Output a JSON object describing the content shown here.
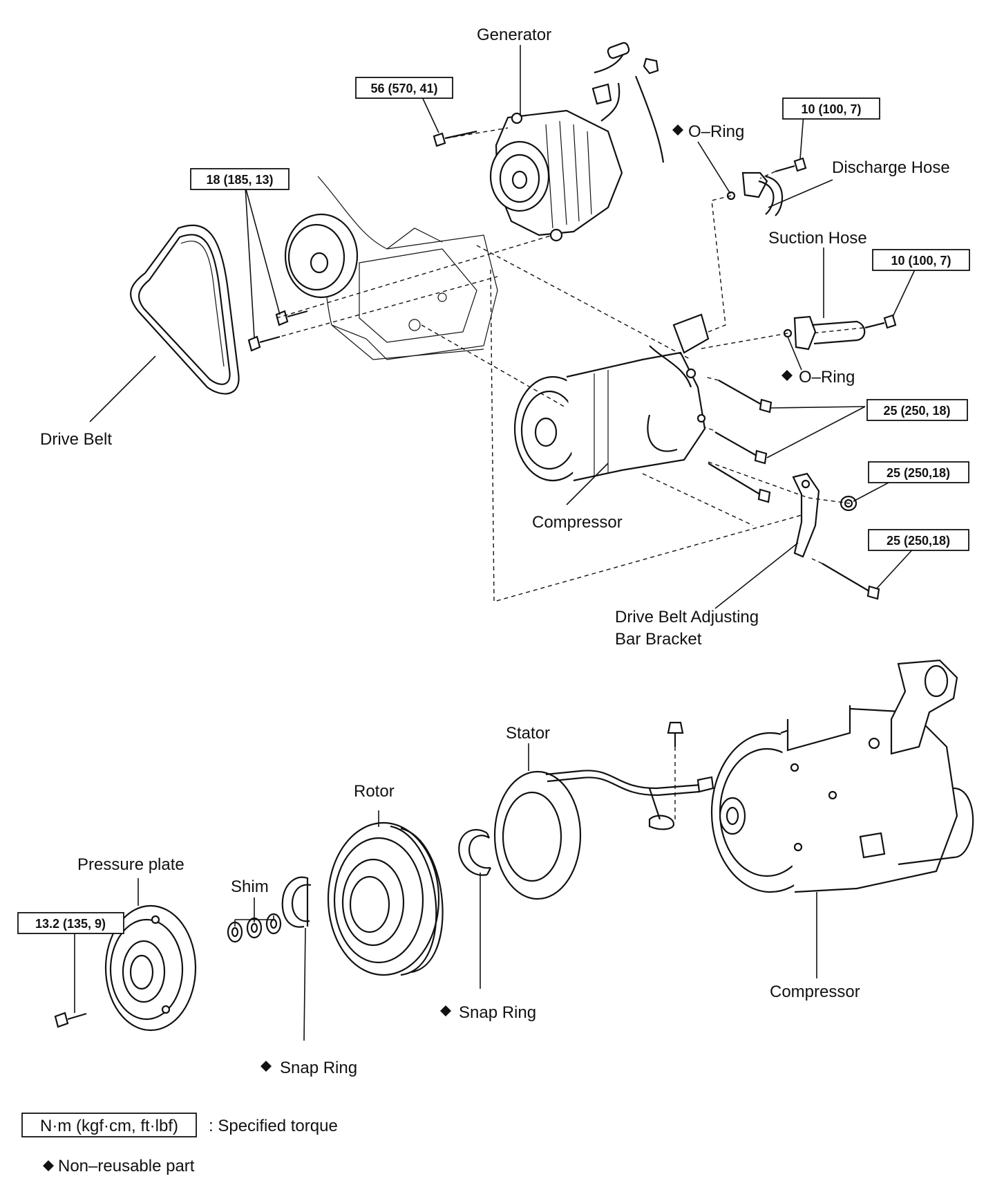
{
  "labels": {
    "generator": "Generator",
    "o_ring_top": "O–Ring",
    "discharge_hose": "Discharge Hose",
    "suction_hose": "Suction Hose",
    "o_ring_mid": "O–Ring",
    "drive_belt": "Drive Belt",
    "compressor_top": "Compressor",
    "adjusting_bracket_line1": "Drive Belt Adjusting",
    "adjusting_bracket_line2": "Bar Bracket",
    "stator": "Stator",
    "rotor": "Rotor",
    "pressure_plate": "Pressure plate",
    "shim": "Shim",
    "snap_ring_right": "Snap Ring",
    "snap_ring_left": "Snap Ring",
    "compressor_bottom": "Compressor"
  },
  "torque": {
    "t56": "56 (570, 41)",
    "t18": "18 (185, 13)",
    "t10a": "10 (100, 7)",
    "t10b": "10 (100, 7)",
    "t25a": "25 (250, 18)",
    "t25b": "25 (250,18)",
    "t25c": "25 (250,18)",
    "t132": "13.2 (135, 9)"
  },
  "legend": {
    "unit_box": "N·m (kgf·cm, ft·lbf)",
    "unit_desc": ": Specified torque",
    "nonreusable": "Non–reusable part"
  },
  "icons": {
    "marker": "diamond-icon"
  }
}
